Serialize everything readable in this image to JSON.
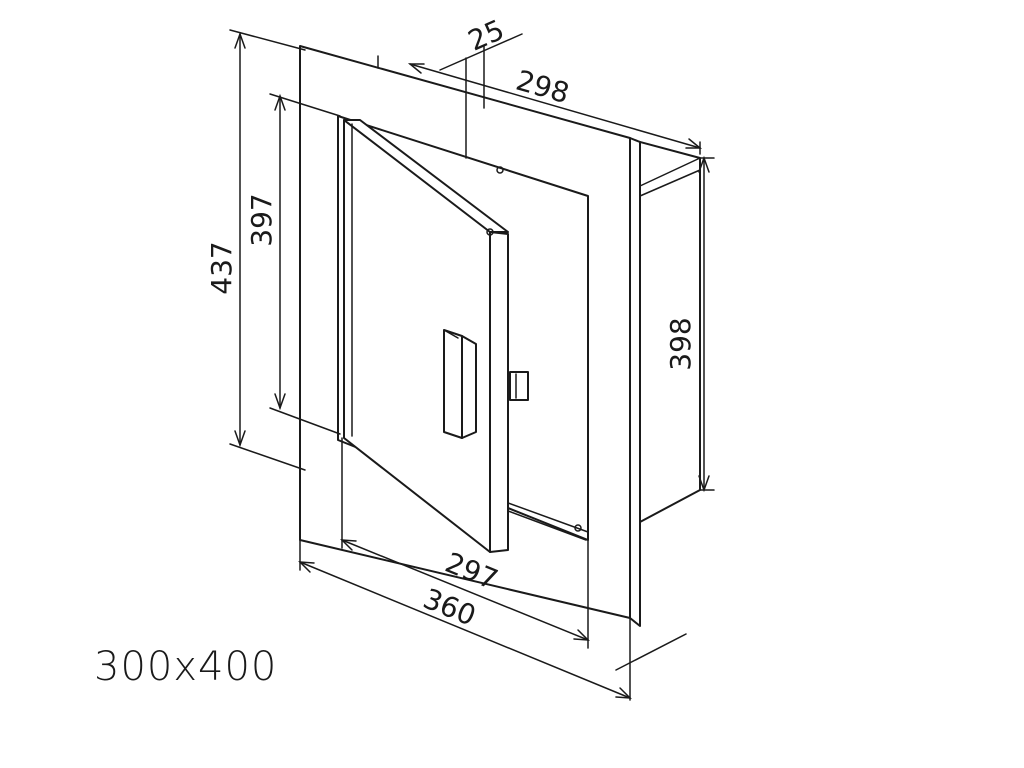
{
  "caption": "300x400",
  "dimensions": {
    "frame_depth": "25",
    "box_width": "298",
    "inner_height": "397",
    "outer_height": "437",
    "box_height": "398",
    "door_width": "297",
    "outer_width": "360"
  }
}
